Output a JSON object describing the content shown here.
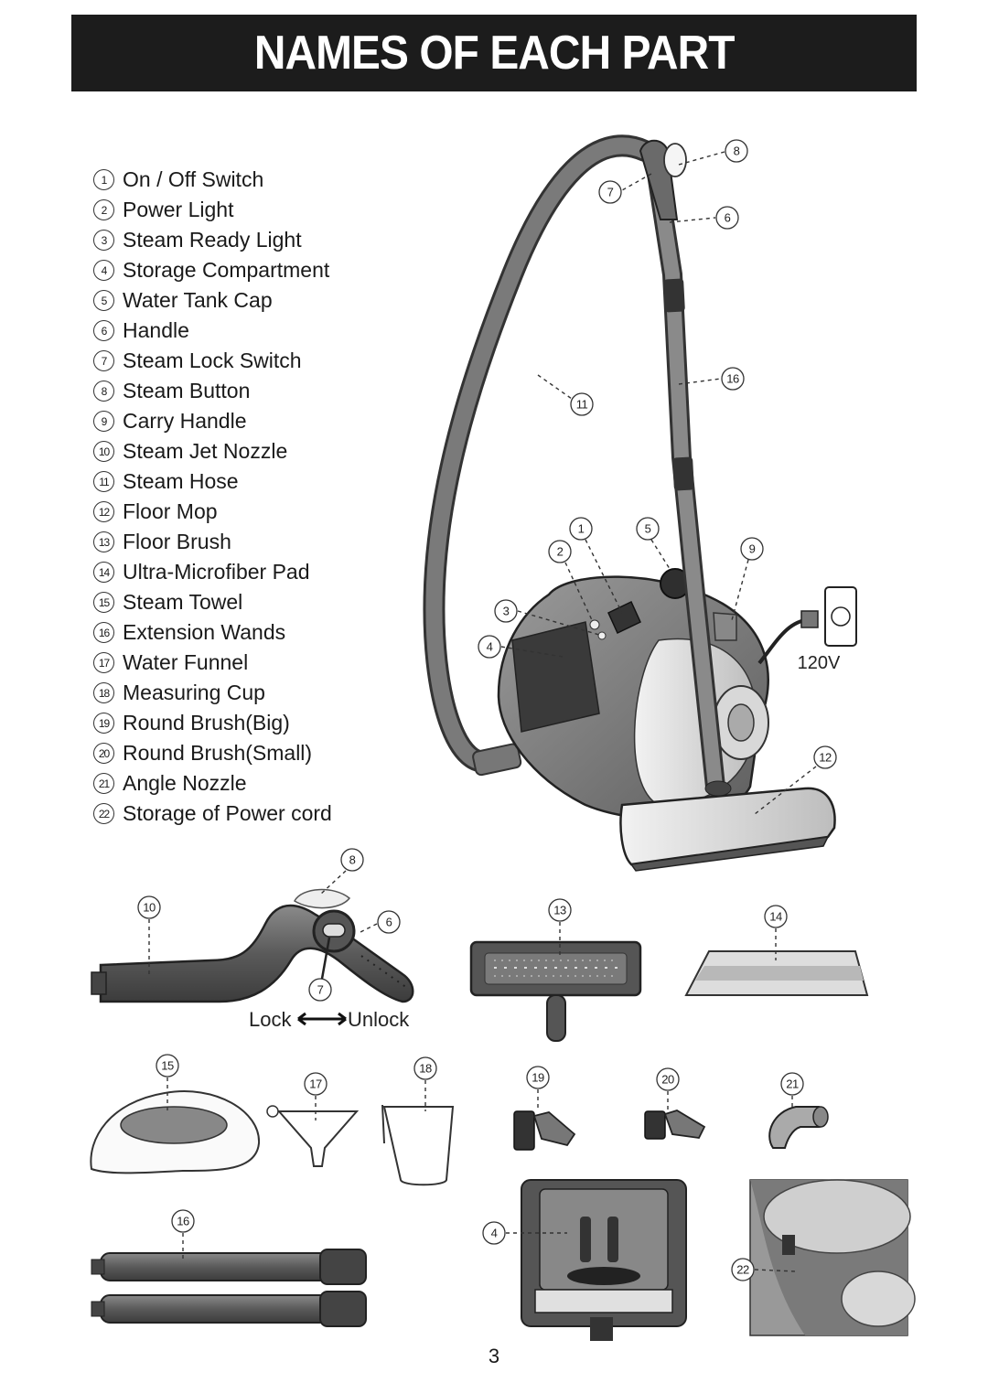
{
  "header": {
    "title": "NAMES OF EACH PART"
  },
  "parts": [
    {
      "num": "1",
      "label": "On / Off Switch"
    },
    {
      "num": "2",
      "label": "Power Light"
    },
    {
      "num": "3",
      "label": "Steam Ready Light"
    },
    {
      "num": "4",
      "label": "Storage Compartment"
    },
    {
      "num": "5",
      "label": "Water Tank Cap"
    },
    {
      "num": "6",
      "label": "Handle"
    },
    {
      "num": "7",
      "label": "Steam Lock Switch"
    },
    {
      "num": "8",
      "label": "Steam Button"
    },
    {
      "num": "9",
      "label": "Carry Handle"
    },
    {
      "num": "10",
      "label": "Steam Jet Nozzle"
    },
    {
      "num": "11",
      "label": "Steam Hose"
    },
    {
      "num": "12",
      "label": "Floor Mop"
    },
    {
      "num": "13",
      "label": "Floor Brush"
    },
    {
      "num": "14",
      "label": "Ultra-Microfiber Pad"
    },
    {
      "num": "15",
      "label": "Steam Towel"
    },
    {
      "num": "16",
      "label": "Extension Wands"
    },
    {
      "num": "17",
      "label": "Water Funnel"
    },
    {
      "num": "18",
      "label": "Measuring Cup"
    },
    {
      "num": "19",
      "label": "Round Brush(Big)"
    },
    {
      "num": "20",
      "label": "Round Brush(Small)"
    },
    {
      "num": "21",
      "label": "Angle Nozzle"
    },
    {
      "num": "22",
      "label": "Storage of Power cord"
    }
  ],
  "diagram": {
    "voltage_label": "120V",
    "lock_label": "Lock",
    "unlock_label": "Unlock",
    "callouts": {
      "main_1": "1",
      "main_2": "2",
      "main_3": "3",
      "main_4": "4",
      "main_5": "5",
      "main_6": "6",
      "main_7": "7",
      "main_8": "8",
      "main_9": "9",
      "main_11": "11",
      "main_12": "12",
      "main_16": "16",
      "handle_8": "8",
      "handle_10": "10",
      "handle_6": "6",
      "handle_7": "7",
      "acc_13": "13",
      "acc_14": "14",
      "acc_15": "15",
      "acc_17": "17",
      "acc_18": "18",
      "acc_19": "19",
      "acc_20": "20",
      "acc_21": "21",
      "acc_16": "16",
      "acc_4": "4",
      "acc_22": "22"
    }
  },
  "footer": {
    "page_number": "3"
  }
}
